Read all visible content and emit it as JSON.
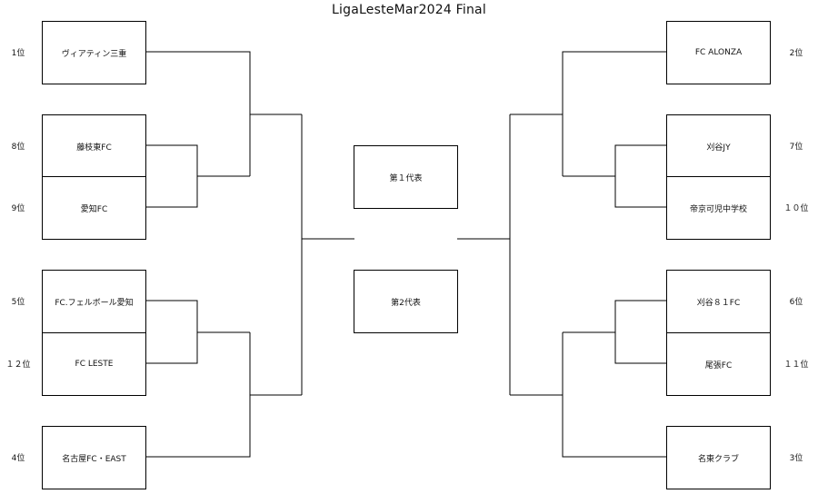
{
  "title": "LigaLesteMar2024 Final",
  "left": [
    {
      "rank": "1位",
      "team": "ヴィアティン三重"
    },
    {
      "rank": "8位",
      "team": "藤枝東FC"
    },
    {
      "rank": "9位",
      "team": "愛知FC"
    },
    {
      "rank": "5位",
      "team": "FC.フェルボール愛知"
    },
    {
      "rank": "１２位",
      "team": "FC LESTE"
    },
    {
      "rank": "4位",
      "team": "名古屋FC・EAST"
    }
  ],
  "right": [
    {
      "rank": "2位",
      "team": "FC ALONZA"
    },
    {
      "rank": "7位",
      "team": "刈谷JY"
    },
    {
      "rank": "１０位",
      "team": "帝京可児中学校"
    },
    {
      "rank": "6位",
      "team": "刈谷８１FC"
    },
    {
      "rank": "１１位",
      "team": "尾張FC"
    },
    {
      "rank": "3位",
      "team": "名東クラブ"
    }
  ],
  "center": {
    "first": "第１代表",
    "second": "第2代表"
  }
}
